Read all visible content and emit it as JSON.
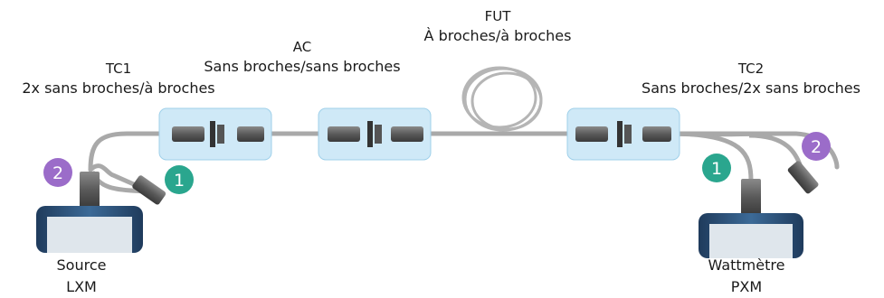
{
  "labels": {
    "fut": {
      "title": "FUT",
      "subtitle": "À broches/à broches"
    },
    "ac": {
      "title": "AC",
      "subtitle": "Sans broches/sans broches"
    },
    "tc1": {
      "title": "TC1",
      "subtitle": "2x sans broches/à broches"
    },
    "tc2": {
      "title": "TC2",
      "subtitle": "Sans broches/2x sans broches"
    }
  },
  "devices": {
    "source": {
      "line1": "Source",
      "line2": "LXM"
    },
    "meter": {
      "line1": "Wattmètre",
      "line2": "PXM"
    }
  },
  "markers": {
    "left_step1": "1",
    "left_step2": "2",
    "right_step1": "1",
    "right_step2": "2"
  },
  "colors": {
    "cable": "#a9a9a9",
    "adapter_box": "#cfe9f7",
    "adapter_border": "#9fd0ea",
    "step1_teal": "#2aa68e",
    "step2_purple": "#9b6cc9",
    "device_body": "#2d4f74"
  }
}
